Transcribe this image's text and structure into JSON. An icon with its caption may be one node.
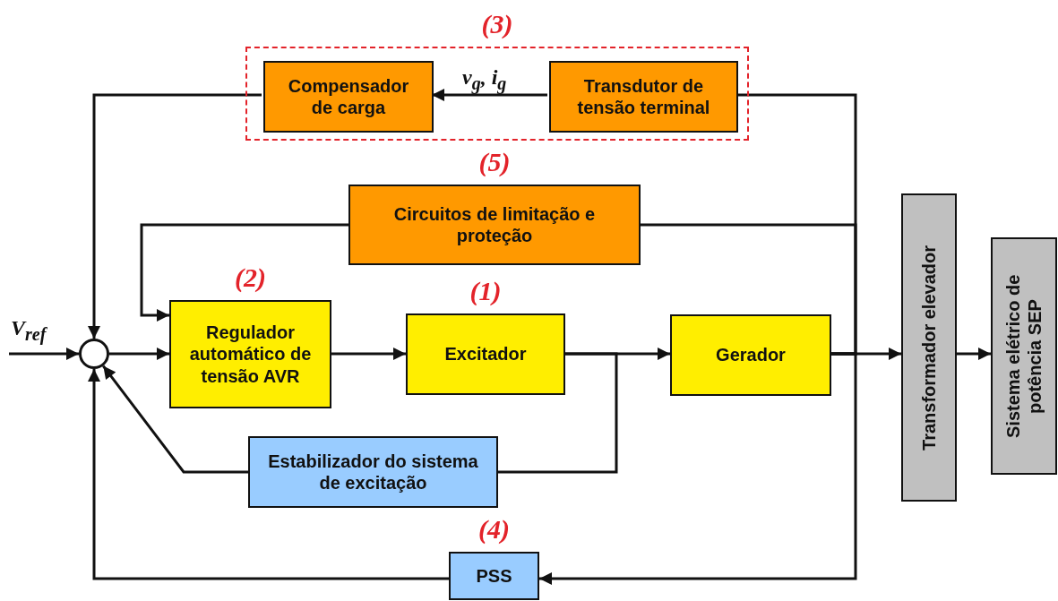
{
  "diagram": {
    "nodes": [
      {
        "text": [
          "(3)"
        ]
      },
      {
        "text": [
          "Compensador de carga"
        ],
        "in": 0
      },
      {
        "text": [
          "Transdutor de tensão terminal"
        ],
        "in": 0
      },
      {
        "text": [
          "Circuitos de limitação e proteção"
        ],
        "beside": [
          "(5)"
        ]
      },
      {
        "text": [],
        "shape": "circle"
      },
      {
        "text": [
          "Regulador automático de tensão AVR"
        ],
        "beside": [
          "(2)"
        ]
      },
      {
        "text": [
          "Excitador"
        ],
        "beside": [
          "(1)"
        ]
      },
      {
        "text": [
          "Gerador"
        ]
      },
      {
        "text": [
          "Estabilizador do sistema de excitação"
        ]
      },
      {
        "text": [
          "PSS"
        ],
        "beside": [
          "(4)"
        ]
      },
      {
        "text": [
          "Transformador elevador"
        ]
      },
      {
        "text": [
          "Sistema elétrico de potência SEP"
        ]
      }
    ],
    "edges": [
      {
        "from": 2,
        "to": 1,
        "arrow": "to",
        "label": "v$_{g}$, i$_{g}$"
      },
      {
        "from": 7,
        "to": 2,
        "arrow": "none"
      },
      {
        "from": 1,
        "to": 4,
        "arrow": "to"
      },
      {
        "from": 7,
        "to": 3,
        "arrow": "none"
      },
      {
        "from": 3,
        "to": 5,
        "arrow": "to"
      },
      {
        "from": null,
        "to": 4,
        "arrow": "to",
        "label": "V$_{ref}$"
      },
      {
        "from": 4,
        "to": 5,
        "arrow": "to"
      },
      {
        "from": 5,
        "to": 6,
        "arrow": "to"
      },
      {
        "from": 6,
        "to": 7,
        "arrow": "to"
      },
      {
        "from": 6,
        "to": 8,
        "arrow": "none"
      },
      {
        "from": 8,
        "to": 4,
        "arrow": "to"
      },
      {
        "from": 7,
        "to": 9,
        "arrow": "to"
      },
      {
        "from": 9,
        "to": 4,
        "arrow": "to"
      },
      {
        "from": 7,
        "to": 10,
        "arrow": "to"
      },
      {
        "from": 10,
        "to": 11,
        "arrow": "to"
      }
    ]
  }
}
